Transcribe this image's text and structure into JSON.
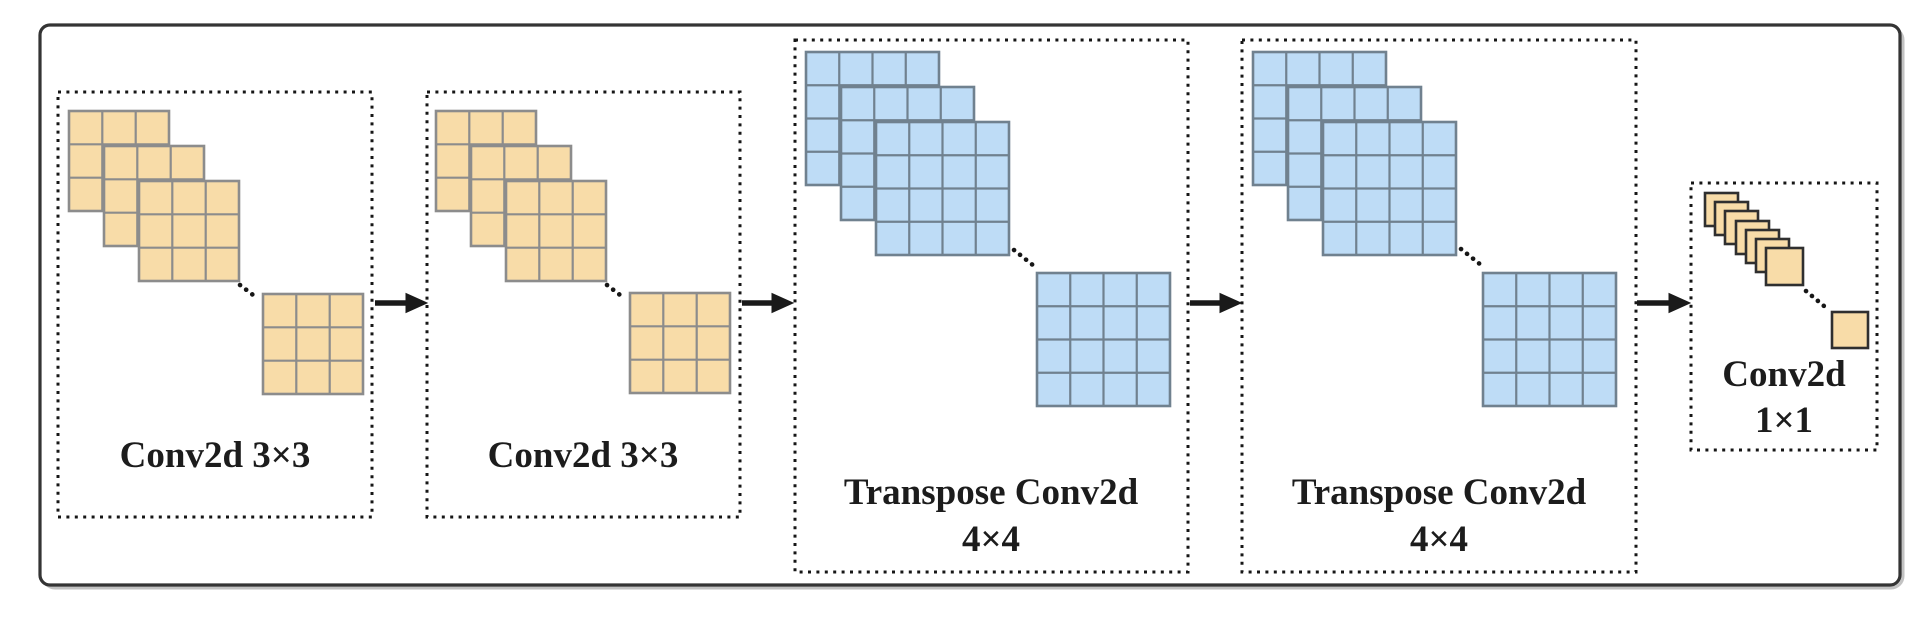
{
  "figure": {
    "blocks": [
      {
        "name": "conv2d-3x3-1",
        "label": "Conv2d 3×3",
        "stacked_grids": 3,
        "kernel_grid": "3×3",
        "fill": "orange"
      },
      {
        "name": "conv2d-3x3-2",
        "label": "Conv2d 3×3",
        "stacked_grids": 3,
        "kernel_grid": "3×3",
        "fill": "orange"
      },
      {
        "name": "transpose-conv2d-1",
        "label": "Transpose Conv2d",
        "sublabel": "4×4",
        "stacked_grids": 3,
        "kernel_grid": "4×4",
        "fill": "blue"
      },
      {
        "name": "transpose-conv2d-2",
        "label": "Transpose Conv2d",
        "sublabel": "4×4",
        "stacked_grids": 3,
        "kernel_grid": "4×4",
        "fill": "blue"
      },
      {
        "name": "conv2d-1x1",
        "label": "Conv2d",
        "sublabel": "1×1",
        "stacked_grids": 7,
        "kernel_grid": "1×1",
        "fill": "orange"
      }
    ],
    "colors": {
      "orange_fill": "#F8DCA8",
      "orange_border": "#8C8C8C",
      "blue_fill": "#BEDCF6",
      "blue_border": "#70818F",
      "dark_border": "#2F2F2F",
      "arrow": "#1A1A1A",
      "dotted": "#161616",
      "frame": "#343434",
      "label": "#1C1C1C"
    }
  }
}
